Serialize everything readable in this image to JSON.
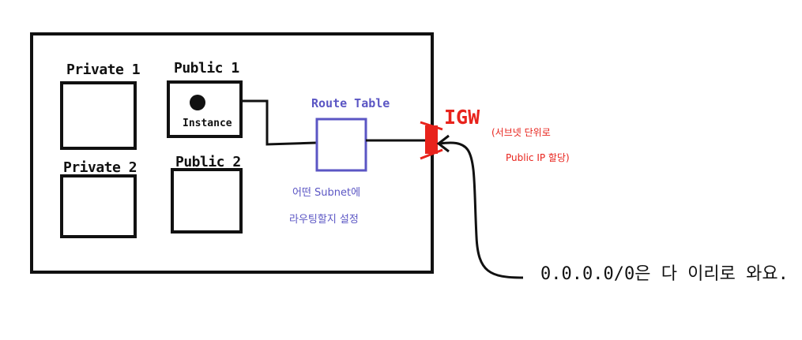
{
  "colors": {
    "ink": "#111111",
    "route_table": "#5b56c4",
    "igw": "#e8231c"
  },
  "subnets": {
    "private1": "Private 1",
    "public1": "Public 1",
    "private2": "Private 2",
    "public2": "Public 2"
  },
  "instance_label": "Instance",
  "route_table": {
    "title": "Route Table",
    "note_line1": "어떤 Subnet에",
    "note_line2": "라우팅할지 설정"
  },
  "igw": {
    "title": "IGW",
    "note_line1": "(서브넷 단위로",
    "note_line2": "Public IP 할당)"
  },
  "bottom_note": "0.0.0.0/0은 다 이리로 와요."
}
